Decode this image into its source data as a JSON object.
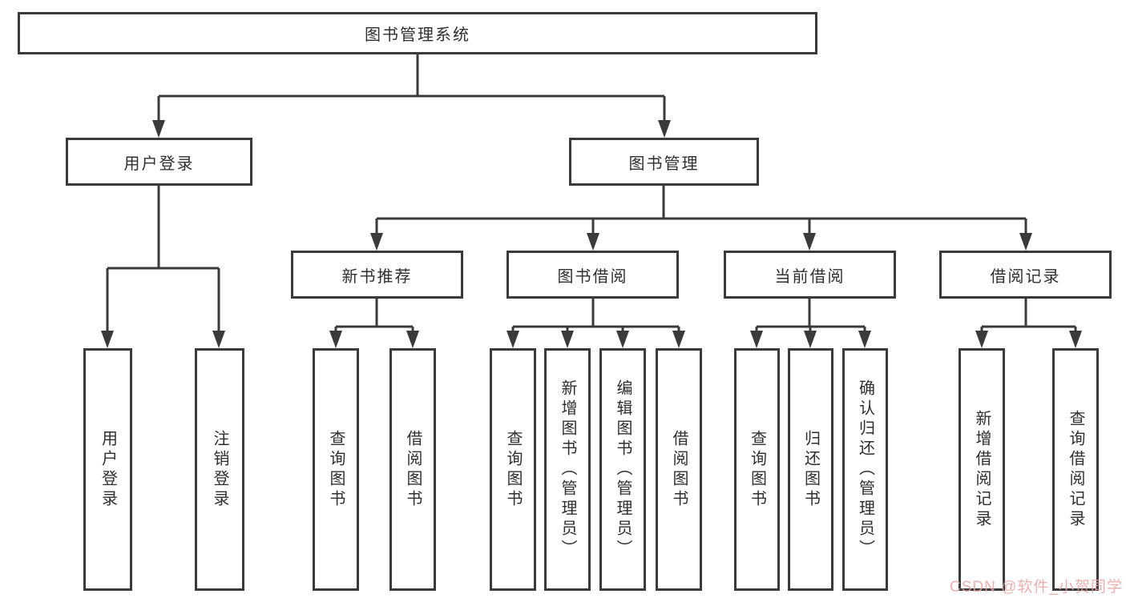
{
  "tree": {
    "root": "图书管理系统",
    "level2": {
      "user_login": "用户登录",
      "book_mgmt": "图书管理"
    },
    "level3": {
      "new_books": "新书推荐",
      "borrowing": "图书借阅",
      "current": "当前借阅",
      "records": "借阅记录"
    },
    "leaves": {
      "ul_login": "用户登录",
      "ul_logout": "注销登录",
      "nb_query": "查询图书",
      "nb_borrow": "借阅图书",
      "bw_query": "查询图书",
      "bw_add": "新增图书（管理员）",
      "bw_edit": "编辑图书（管理员）",
      "bw_borrow": "借阅图书",
      "cur_query": "查询图书",
      "cur_return": "归还图书",
      "cur_confirm": "确认归还（管理员）",
      "rec_add": "新增借阅记录",
      "rec_query": "查询借阅记录"
    }
  },
  "watermark": "CSDN @软件_小贺同学",
  "colors": {
    "line": "#3a3a3a",
    "text": "#2f2f2f",
    "watermark": "#eda3a2",
    "background": "#ffffff"
  }
}
